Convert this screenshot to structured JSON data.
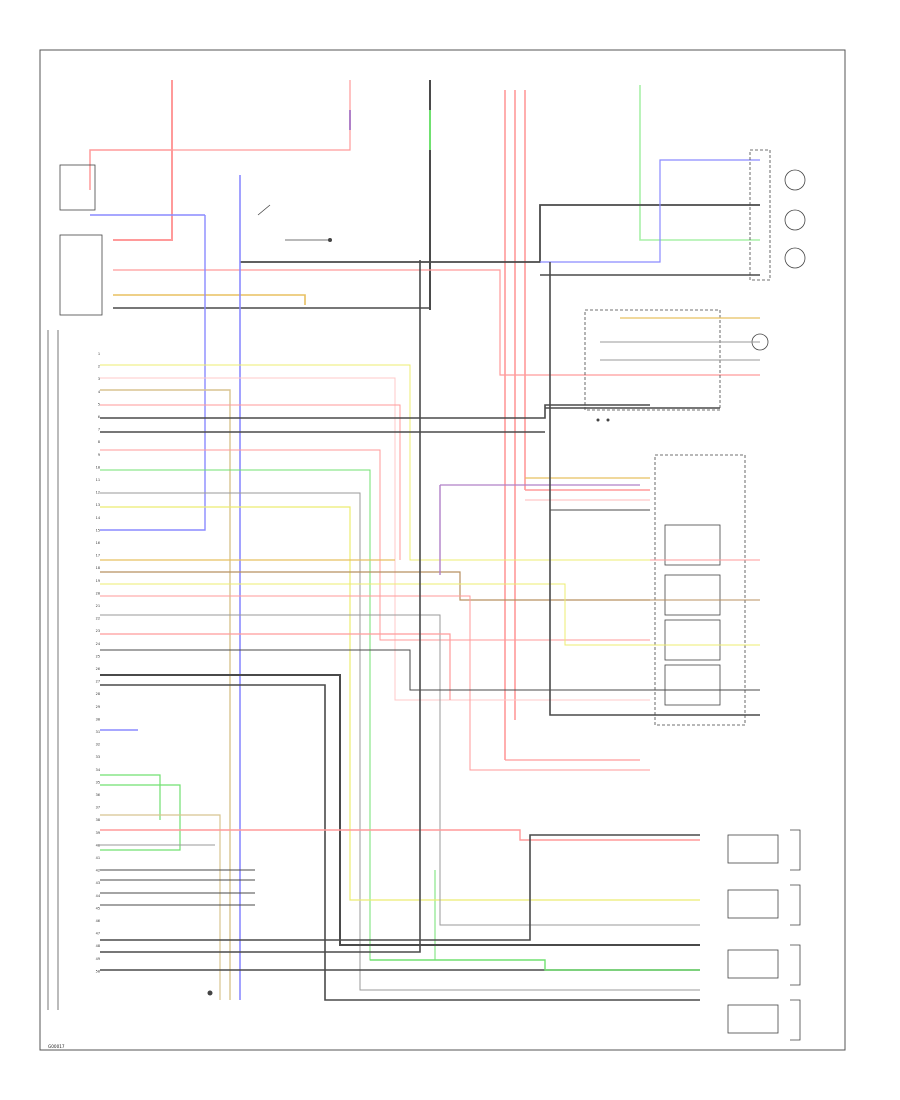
{
  "footer_code": "G00017",
  "labels": {},
  "colors": {
    "red": "#ff9a9a",
    "dark_red": "#e06060",
    "pink": "#ffc8c8",
    "black": "#4a4a4a",
    "gray": "#9a9a9a",
    "blue": "#8a8aff",
    "violet": "#b080c8",
    "green": "#70e070",
    "light_green": "#a8f0a8",
    "yellow": "#ecec70",
    "orange": "#e8c060",
    "tan": "#d8c490",
    "brown": "#b89060"
  },
  "module_pins": [
    "1",
    "2",
    "3",
    "4",
    "5",
    "6",
    "7",
    "8",
    "9",
    "10",
    "11",
    "12",
    "13",
    "14",
    "15",
    "16",
    "17",
    "18",
    "19",
    "20",
    "21",
    "22",
    "23",
    "24",
    "25",
    "26",
    "27",
    "28",
    "29",
    "30",
    "31",
    "32",
    "33",
    "34",
    "35",
    "36",
    "37",
    "38",
    "39",
    "40",
    "41",
    "42",
    "43",
    "44",
    "45",
    "46",
    "47",
    "48",
    "49",
    "50"
  ]
}
